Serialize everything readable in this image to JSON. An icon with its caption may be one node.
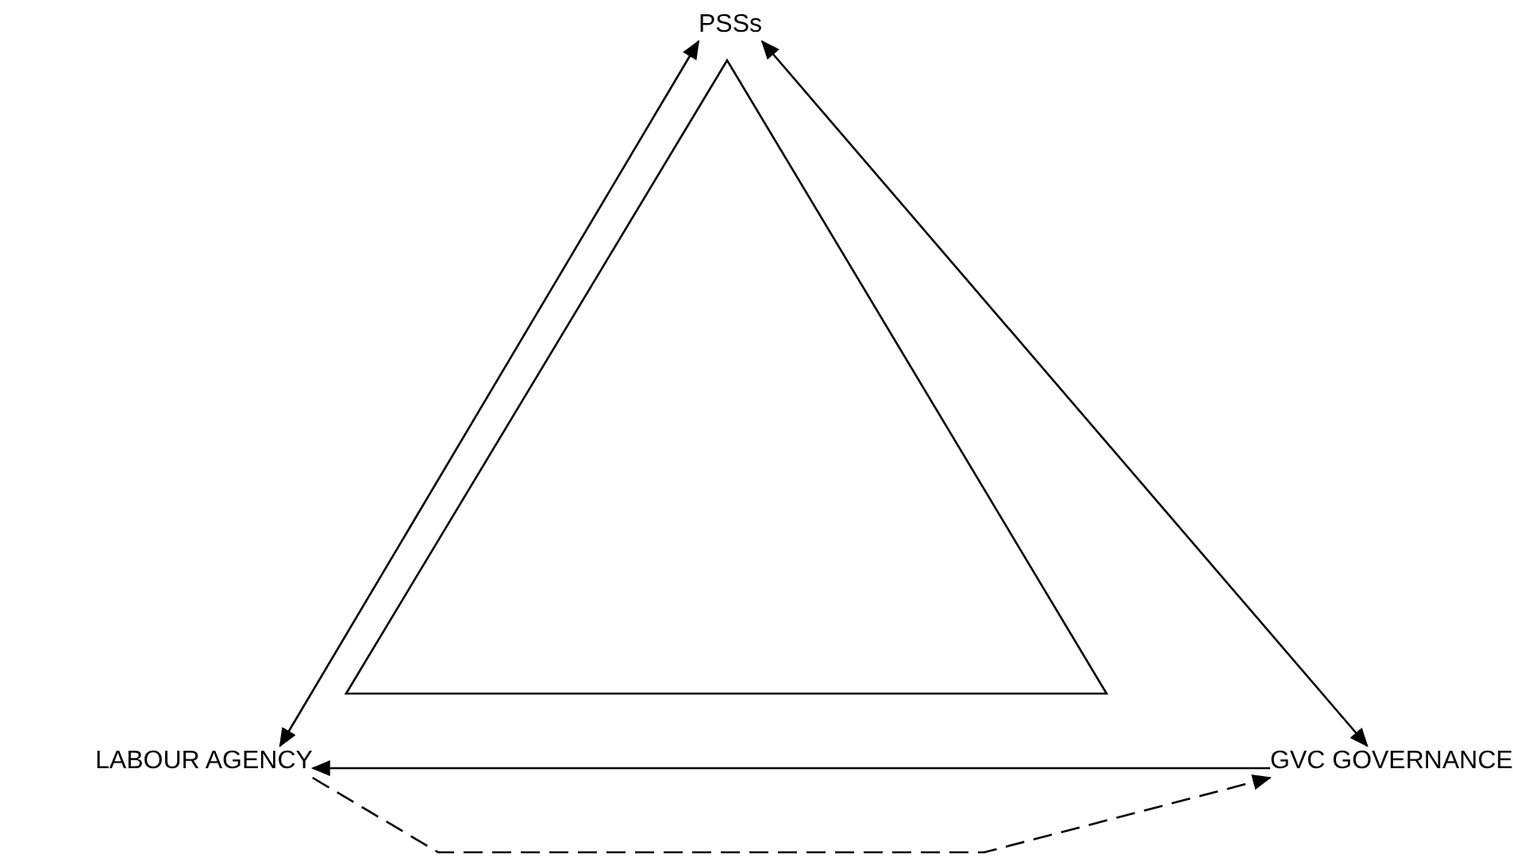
{
  "diagram": {
    "nodes": [
      {
        "text": [
          "PSSs"
        ]
      },
      {
        "text": [
          "LABOUR AGENCY"
        ]
      },
      {
        "text": [
          "GVC GOVERNANCE"
        ]
      }
    ],
    "edges": [
      {
        "from": 0,
        "to": 1,
        "arrow": "both"
      },
      {
        "from": 0,
        "to": 2,
        "arrow": "both"
      },
      {
        "from": 2,
        "to": 1,
        "arrow": "to"
      },
      {
        "from": 1,
        "to": 2,
        "arrow": "to",
        "style": "dashed"
      }
    ]
  }
}
